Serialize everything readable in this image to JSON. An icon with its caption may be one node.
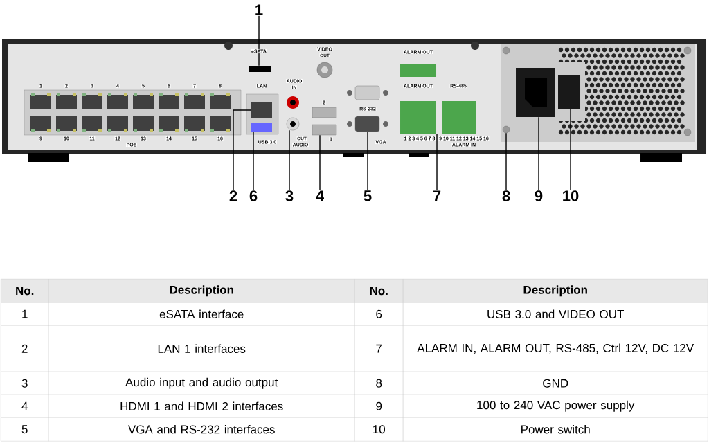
{
  "diagram": {
    "nodes": [
      {
        "text": [
          "1"
        ]
      },
      {
        "text": [
          "2"
        ]
      },
      {
        "text": [
          "6"
        ]
      },
      {
        "text": [
          "3"
        ]
      },
      {
        "text": [
          "4"
        ]
      },
      {
        "text": [
          "5"
        ]
      },
      {
        "text": [
          "7"
        ]
      },
      {
        "text": [
          "8"
        ]
      },
      {
        "text": [
          "9"
        ]
      },
      {
        "text": [
          "10"
        ]
      },
      {
        "text": [],
        "shape": "box"
      },
      {
        "text": [],
        "shape": "box"
      },
      {
        "text": [],
        "shape": "box"
      },
      {
        "text": [],
        "shape": "circle"
      },
      {
        "text": [],
        "shape": "box"
      },
      {
        "text": [],
        "shape": "box"
      },
      {
        "text": [],
        "shape": "box"
      },
      {
        "text": [],
        "shape": "circle"
      },
      {
        "text": [],
        "shape": "box"
      },
      {
        "text": [],
        "shape": "box"
      },
      {
        "text": [],
        "shape": "box"
      }
    ],
    "edges": [
      {
        "from": 0,
        "to": 10,
        "arrow": "none"
      },
      {
        "from": 1,
        "to": 11,
        "arrow": "none"
      },
      {
        "from": 2,
        "to": 12,
        "arrow": "none"
      },
      {
        "from": 3,
        "to": 13,
        "arrow": "none"
      },
      {
        "from": 4,
        "to": 14,
        "arrow": "none"
      },
      {
        "from": 5,
        "to": 15,
        "arrow": "none"
      },
      {
        "from": 6,
        "to": 16,
        "arrow": "none"
      },
      {
        "from": 7,
        "to": 17,
        "arrow": "none"
      },
      {
        "from": 8,
        "to": 18,
        "arrow": "none"
      },
      {
        "from": 9,
        "to": 19,
        "arrow": "none"
      }
    ],
    "labels": [
      "eSATA",
      "VIDEO",
      "OUT",
      "ALARM OUT",
      "1",
      "2",
      "3",
      "4",
      "5",
      "6",
      "7",
      "8",
      "9",
      "10",
      "11",
      "12",
      "13",
      "14",
      "15",
      "16",
      "POE",
      "LAN",
      "USB 3.0",
      "AUDIO",
      "IN",
      "OUT",
      "AUDIO",
      "2",
      "1",
      "RS-232",
      "VGA",
      "ALARM OUT",
      "RS-485",
      "1 2 3 4 5 6 7 8",
      "9 10 11 12 13 14 15 16",
      "ALARM IN",
      "No.",
      "Description",
      "No.",
      "Description",
      "1",
      "eSATA interface",
      "6",
      "USB 3.0 and VIDEO OUT",
      "2",
      "LAN 1 interfaces",
      "7",
      "ALARM IN, ALARM OUT, RS-485, Ctrl 12V, DC 12V",
      "3",
      "Audio input and audio output",
      "8",
      "GND",
      "4",
      "HDMI 1 and HDMI 2 interfaces",
      "9",
      "100 to 240 VAC power supply",
      "5",
      "VGA and RS-232 interfaces",
      "10",
      "Power switch"
    ]
  }
}
